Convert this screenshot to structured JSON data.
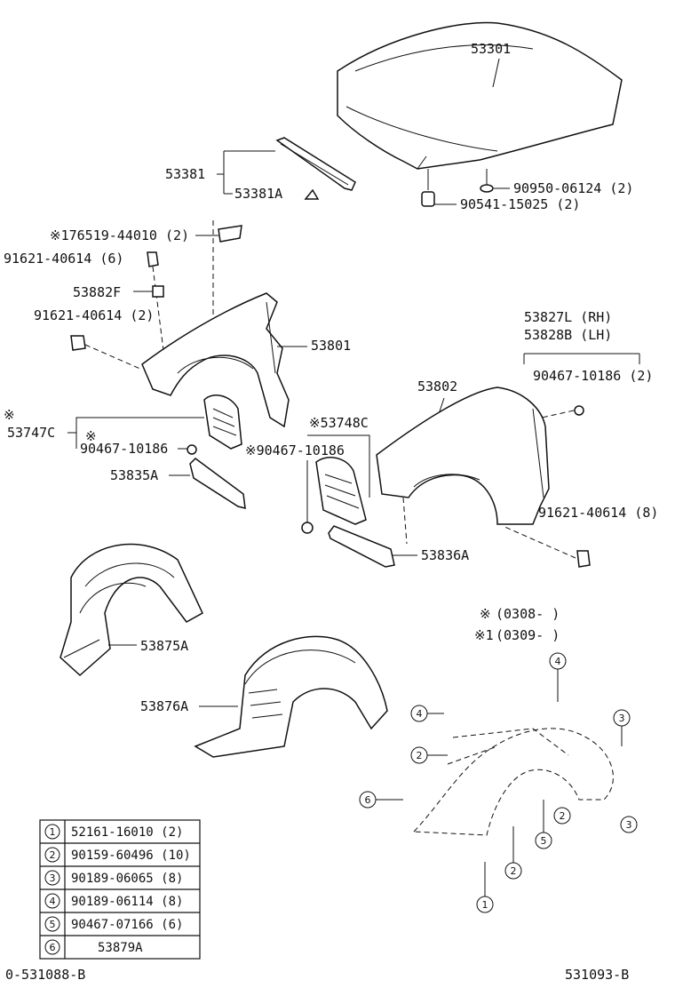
{
  "labels": {
    "hood": "53301",
    "hood_seal": "53381",
    "hood_seal_clip": "53381A",
    "hood_cushion": "90950-06124 (2)",
    "hood_bumper": "90541-15025 (2)",
    "bracket": "※176519-44010 (2)",
    "bolt_top": "91621-40614 (6)",
    "gusset": "53882F",
    "bolt_side": "91621-40614 (2)",
    "fender_rh": "53801",
    "mark_47c": "※",
    "liner_47c": "53747C",
    "mark_clip": "※",
    "clip_47c": "90467-10186",
    "seal_35a": "53835A",
    "liner_48c": "※53748C",
    "clip_48c": "※90467-10186",
    "fender_lh": "53802",
    "fender_protector_rh": "53827L (RH)",
    "fender_protector_lh": "53828B (LH)",
    "clip_right": "90467-10186 (2)",
    "bolt_right": "91621-40614 (8)",
    "seal_36a": "53836A",
    "liner_75a": "53875A",
    "liner_76a": "53876A",
    "note_1_mark": "※",
    "note_1_text": "(0308-      )",
    "note_2_mark": "※1",
    "note_2_text": "(0309-      )",
    "figure_left": "0-531088-B",
    "figure_right": "531093-B"
  },
  "callouts": [
    "4",
    "4",
    "2",
    "3",
    "6",
    "2",
    "3",
    "5",
    "2",
    "1"
  ],
  "legend": [
    {
      "num": "1",
      "part": "52161-16010 (2)"
    },
    {
      "num": "2",
      "part": "90159-60496 (10)"
    },
    {
      "num": "3",
      "part": "90189-06065 (8)"
    },
    {
      "num": "4",
      "part": "90189-06114 (8)"
    },
    {
      "num": "5",
      "part": "90467-07166 (6)"
    },
    {
      "num": "6",
      "part": "53879A"
    }
  ]
}
